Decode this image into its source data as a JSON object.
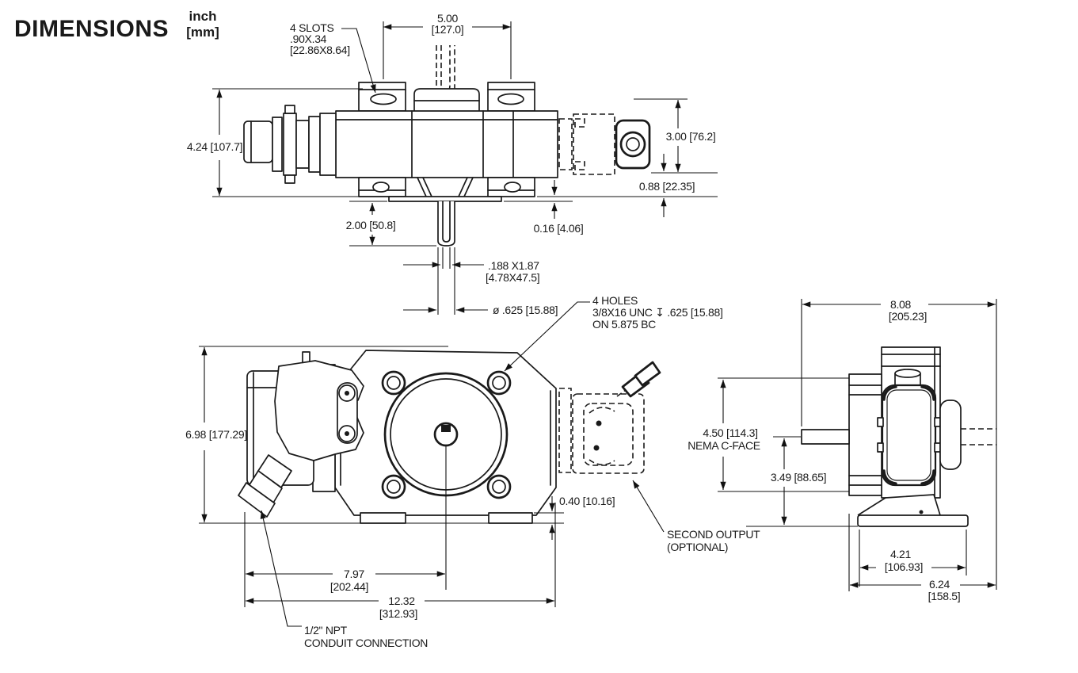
{
  "header": {
    "title": "DIMENSIONS",
    "units_inch": "inch",
    "units_mm": "[mm]"
  },
  "colors": {
    "ink": "#1a1a1a",
    "background": "#ffffff"
  },
  "top_view": {
    "slots_note_line1": "4 SLOTS",
    "slots_note_line2": ".90X.34",
    "slots_note_line3": "[22.86X8.64]",
    "slot_spacing_in": "5.00",
    "slot_spacing_mm": "[127.0]",
    "overall_height": "4.24 [107.7]",
    "motor_height": "3.00 [76.2]",
    "foot_offset": "0.88 [22.35]",
    "shaft_length": "2.00 [50.8]",
    "plate_thickness": "0.16 [4.06]",
    "keyway_line1": ".188  X1.87",
    "keyway_line2": "[4.78X47.5]",
    "shaft_diameter": "ø .625 [15.88]"
  },
  "front_view": {
    "overall_height": "6.98 [177.29]",
    "holes_note_line1": "4 HOLES",
    "holes_note_line2": "3/8X16 UNC ↧ .625 [15.88]",
    "holes_note_line3": "ON 5.875 BC",
    "foot_height": "0.40 [10.16]",
    "center_distance_in": "7.97",
    "center_distance_mm": "[202.44]",
    "overall_length_in": "12.32",
    "overall_length_mm": "[312.93]",
    "conduit_note_line1": "1/2\" NPT",
    "conduit_note_line2": "CONDUIT CONNECTION",
    "second_output_line1": "SECOND OUTPUT",
    "second_output_line2": "(OPTIONAL)"
  },
  "side_view": {
    "overall_depth_in": "8.08",
    "overall_depth_mm": "[205.23]",
    "cface_dimension": "4.50 [114.3]",
    "cface_label": "NEMA C-FACE",
    "shaft_height": "3.49 [88.65]",
    "base_width_in": "4.21",
    "base_width_mm": "[106.93]",
    "flange_depth_in": "6.24",
    "flange_depth_mm": "[158.5]"
  }
}
